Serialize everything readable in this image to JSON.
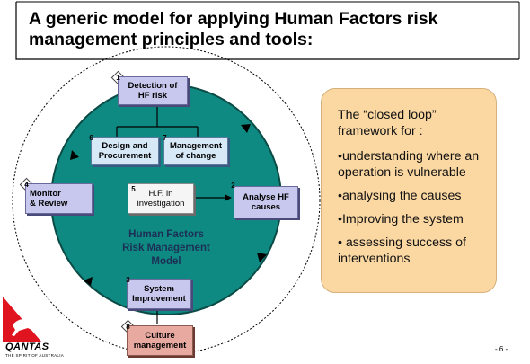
{
  "title": "A generic model for applying Human Factors risk management principles and tools:",
  "center_label": [
    "Human Factors",
    "Risk Management",
    "Model"
  ],
  "nodes": [
    {
      "num": "1",
      "label": [
        "Detection of",
        "HF risk"
      ]
    },
    {
      "num": "2",
      "label": [
        "Analyse HF",
        "causes"
      ]
    },
    {
      "num": "3",
      "label": [
        "System",
        "Improvement"
      ]
    },
    {
      "num": "4",
      "label": [
        "Monitor",
        "& Review"
      ]
    },
    {
      "num": "5",
      "label": [
        "H.F. in",
        "investigation"
      ]
    },
    {
      "num": "6",
      "label": [
        "Design and",
        "Procurement"
      ]
    },
    {
      "num": "7",
      "label": [
        "Management",
        "of change"
      ]
    },
    {
      "num": "8",
      "label": [
        "Culture",
        "management"
      ]
    }
  ],
  "panel": {
    "intro": "The “closed loop” framework for :",
    "items": [
      "•understanding where an operation is vulnerable",
      "•analysing the causes",
      "•Improving the system",
      "• assessing success of interventions"
    ]
  },
  "logo": {
    "name": "QANTAS",
    "tagline": "THE SPIRIT OF AUSTRALIA",
    "icon": "kangaroo-logo-icon"
  },
  "page_number": "- 6 -",
  "colors": {
    "circle": "#0e8a82",
    "panel": "#fbd7a2",
    "logo_red": "#e0141e"
  }
}
